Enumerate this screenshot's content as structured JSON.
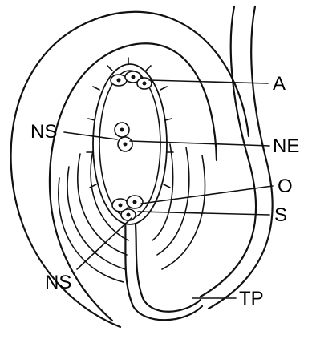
{
  "labels": {
    "a": "A",
    "ns_top": "NS",
    "ne": "NE",
    "o": "O",
    "s": "S",
    "ns_bottom": "NS",
    "tp": "TP"
  },
  "colors": {
    "ink": "#111111",
    "background": "#ffffff"
  }
}
